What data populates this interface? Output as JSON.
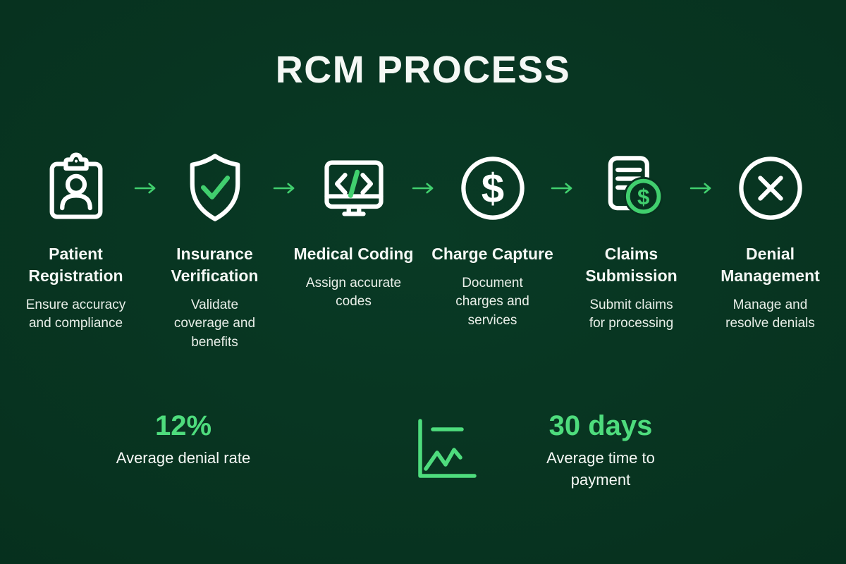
{
  "title": "RCM PROCESS",
  "colors": {
    "background": "#07321f",
    "accent_green": "#41cf6e",
    "stat_green": "#4edc7d",
    "text_white": "#f5f8f5"
  },
  "steps": [
    {
      "icon": "clipboard-patient-icon",
      "title": "Patient Registration",
      "description": "Ensure accuracy and compliance"
    },
    {
      "icon": "shield-check-icon",
      "title": "Insurance Verification",
      "description": "Validate coverage and benefits"
    },
    {
      "icon": "code-monitor-icon",
      "title": "Medical Coding",
      "description": "Assign accurate codes"
    },
    {
      "icon": "dollar-circle-icon",
      "title": "Charge Capture",
      "description": "Document charges and services"
    },
    {
      "icon": "claims-document-icon",
      "title": "Claims Submission",
      "description": "Submit claims for processing"
    },
    {
      "icon": "x-circle-icon",
      "title": "Denial Management",
      "description": "Manage and resolve denials"
    }
  ],
  "stats": [
    {
      "value": "12%",
      "label": "Average denial rate"
    },
    {
      "value": "30 days",
      "label": "Average time to payment"
    }
  ]
}
